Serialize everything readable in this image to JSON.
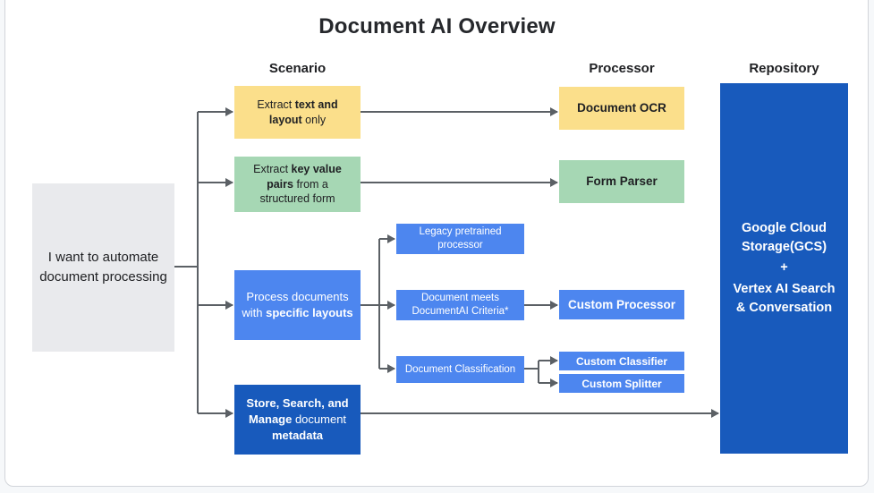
{
  "title": "Document AI Overview",
  "headers": {
    "scenario": "Scenario",
    "processor": "Processor",
    "repository": "Repository"
  },
  "intro": {
    "text": "I want to automate document processing"
  },
  "nodes": {
    "extract_text": {
      "pre": "Extract ",
      "bold": "text and layout",
      "post": " only"
    },
    "key_value": {
      "pre": "Extract ",
      "bold": "key value pairs",
      "post": " from a structured form"
    },
    "layouts": {
      "pre": "Process documents with ",
      "bold": "specific layouts"
    },
    "store": {
      "bold1": "Store, Search, and Manage",
      "mid": " document ",
      "bold2": "metadata"
    },
    "document_ocr": "Document OCR",
    "form_parser": "Form Parser",
    "legacy_pretrained": "Legacy pretrained processor",
    "document_meets": "Document meets DocumentAI Criteria*",
    "custom_processor": "Custom Processor",
    "document_classification": "Document Classification",
    "custom_classifier": "Custom Classifier",
    "custom_splitter": "Custom Splitter",
    "repository": {
      "line1": "Google Cloud Storage(GCS)",
      "plus": "+",
      "line2": "Vertex AI Search & Conversation"
    }
  },
  "colors": {
    "yellow": "#fbdf8b",
    "green": "#a6d7b4",
    "blue": "#4d86ef",
    "dark_blue": "#185abc",
    "gray_box": "#e9eaed",
    "arrow": "#5b6065",
    "text_dark": "#202124",
    "frame_border": "#d2d5da"
  }
}
